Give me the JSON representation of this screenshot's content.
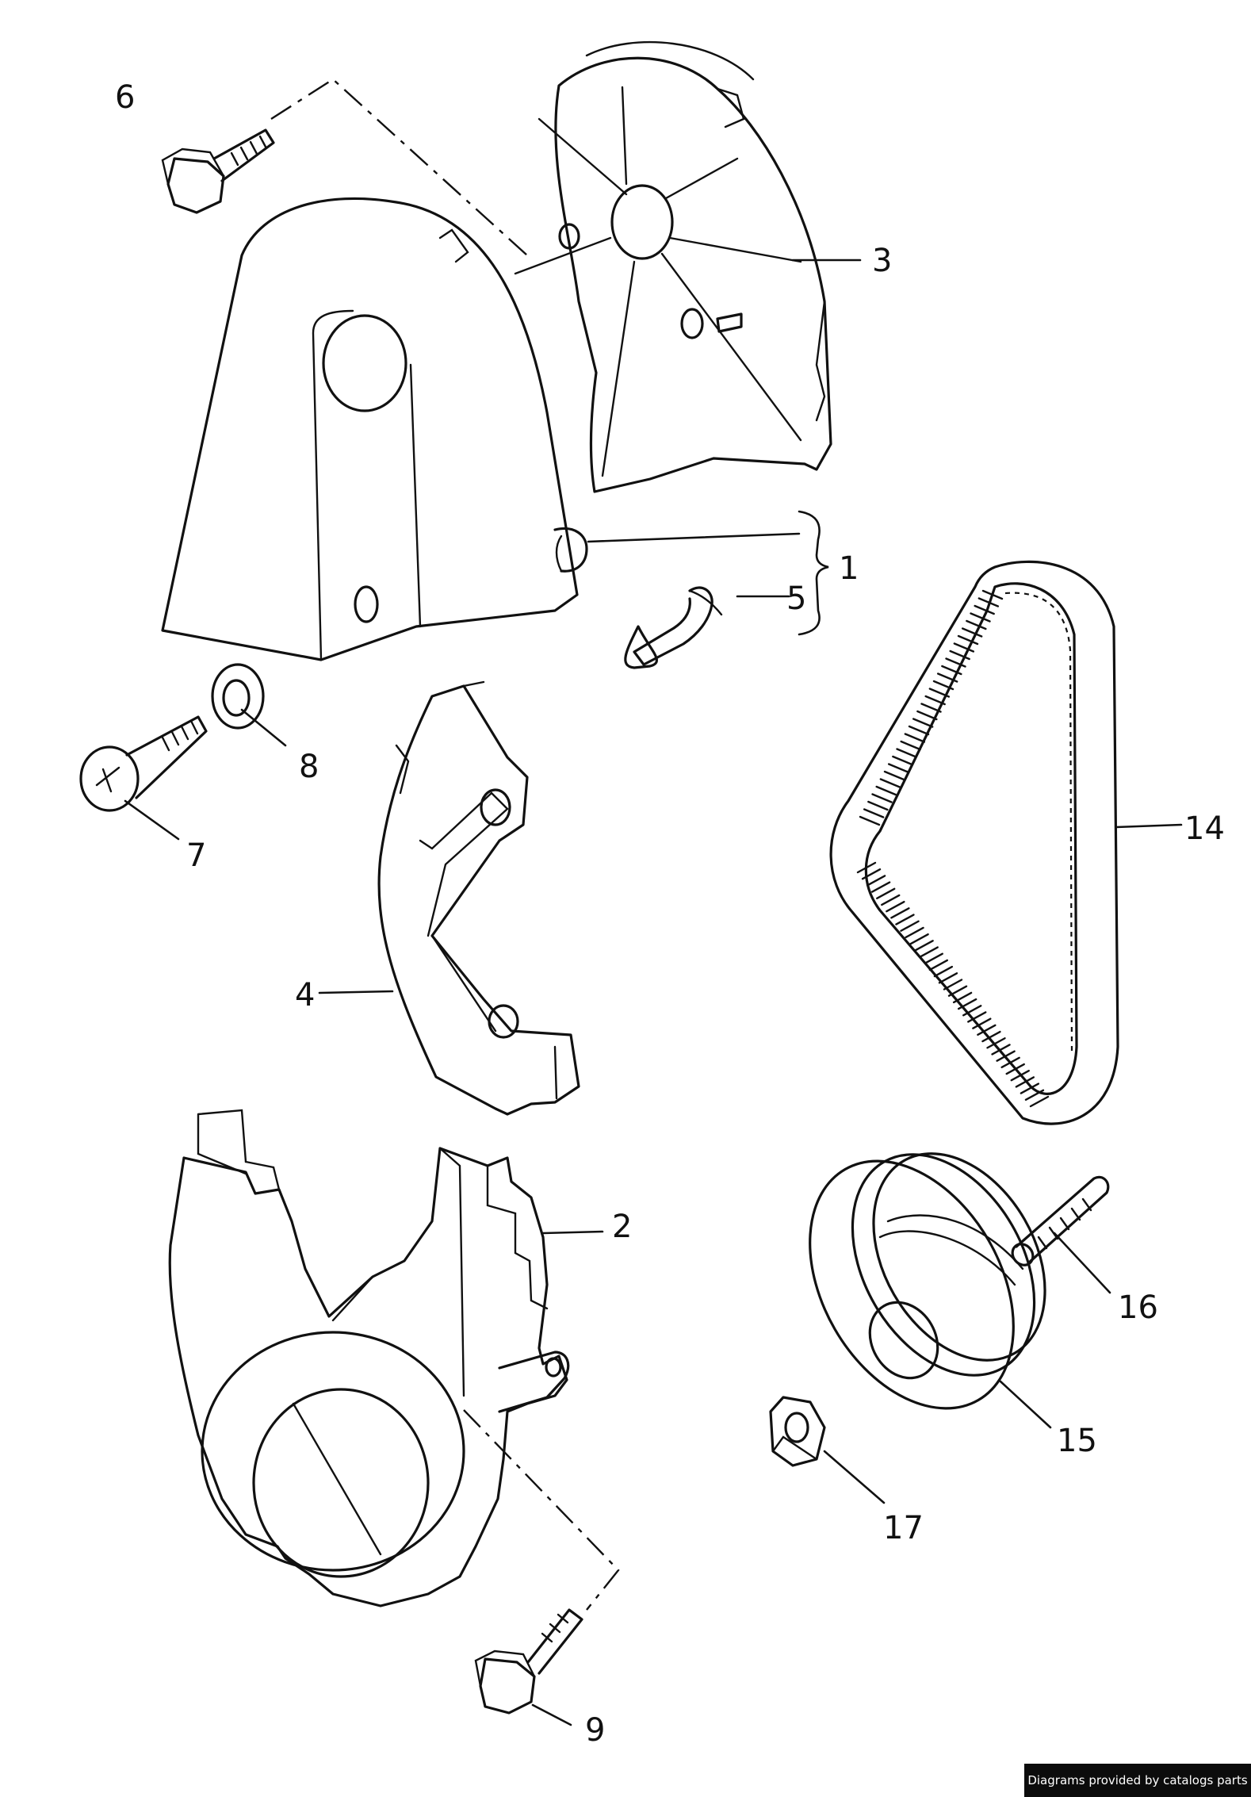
{
  "callouts": {
    "c1": "1",
    "c2": "2",
    "c3": "3",
    "c4": "4",
    "c5": "5",
    "c6": "6",
    "c7": "7",
    "c8": "8",
    "c9": "9",
    "c14": "14",
    "c15": "15",
    "c16": "16",
    "c17": "17"
  },
  "footer": {
    "credit": "Diagrams provided by catalogs parts"
  },
  "colors": {
    "line": "#111111",
    "background": "#ffffff",
    "credit_bg": "#0c0c0c",
    "credit_text": "#ffffff"
  }
}
